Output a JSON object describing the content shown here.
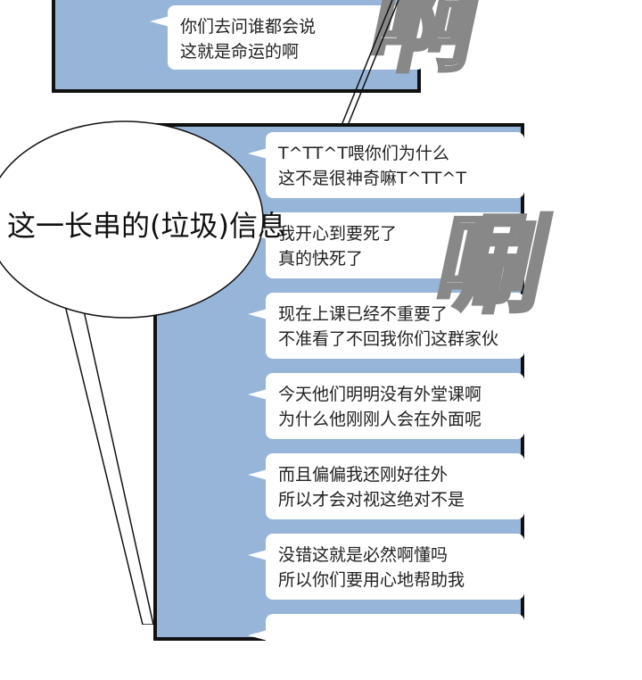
{
  "panel_top": {
    "message": [
      "你们去问谁都会说",
      "这就是命运的啊"
    ]
  },
  "panel_chat": {
    "messages": [
      [
        "T^TT^T喂你们为什么",
        "这不是很神奇嘛T^TT^T"
      ],
      [
        "我开心到要死了",
        "真的快死了"
      ],
      [
        "现在上课已经不重要了",
        "不准看了不回我你们这群家伙"
      ],
      [
        "今天他们明明没有外堂课啊",
        "为什么他刚刚人会在外面呢"
      ],
      [
        "而且偏偏我还刚好往外",
        "所以才会对视这绝对不是"
      ],
      [
        "没错这就是必然啊懂吗",
        "所以你们要用心地帮助我"
      ],
      [
        "",
        ""
      ]
    ]
  },
  "speech_bubble": {
    "text": "这一长串的(垃圾)信息"
  },
  "sfx": {
    "top": "啊",
    "right": "唰"
  },
  "colors": {
    "chat_bg": "#97b5d8",
    "bubble": "#ffffff",
    "border": "#111111"
  }
}
